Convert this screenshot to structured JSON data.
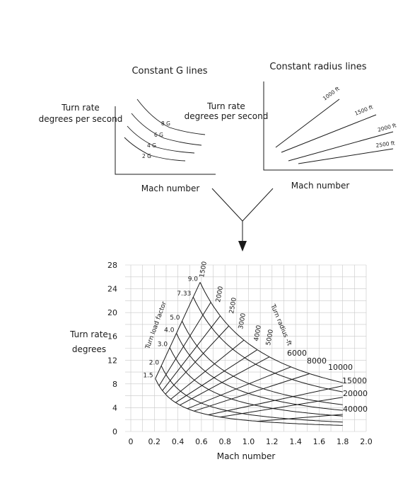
{
  "top_left": {
    "title": "Constant G lines",
    "ylabel_line1": "Turn rate",
    "ylabel_line2": "degrees per second",
    "xlabel": "Mach number",
    "curve_labels": [
      "8 G",
      "6 G",
      "4 G",
      "2 G"
    ]
  },
  "top_right": {
    "title": "Constant radius lines",
    "ylabel_line1": "Turn rate",
    "ylabel_line2": "degrees per second",
    "xlabel": "Mach number",
    "line_labels": [
      "1000 ft",
      "1500 ft",
      "2000 ft",
      "2500 ft"
    ]
  },
  "chart_data": {
    "type": "line",
    "xlabel": "Mach number",
    "ylabel_line1": "Turn rate",
    "ylabel_line2": "degrees",
    "x_ticks": [
      "0",
      "0.2",
      "0.4",
      "0.6",
      "0.8",
      "1.0",
      "1.2",
      "1.4",
      "1.6",
      "1.8",
      "2.0"
    ],
    "y_ticks": [
      "0",
      "4",
      "8",
      "12",
      "16",
      "20",
      "24",
      "28"
    ],
    "xlim": [
      0,
      2.0
    ],
    "ylim": [
      0,
      28
    ],
    "grid": true,
    "load_factor_title": "Turn load factor",
    "radius_title": "Turn radius -ft",
    "load_factors": [
      "1.5",
      "2.0",
      "3.0",
      "4.0",
      "5.0",
      "7.33",
      "9.0"
    ],
    "load_factor_values": [
      1.5,
      2.0,
      3.0,
      4.0,
      5.0,
      7.33,
      9.0
    ],
    "turn_radii": [
      "1500",
      "2000",
      "2500",
      "3000",
      "4000",
      "5000",
      "6000",
      "8000",
      "10000",
      "15000",
      "20000",
      "40000"
    ],
    "turn_radius_values": [
      1500,
      2000,
      2500,
      3000,
      4000,
      5000,
      6000,
      8000,
      10000,
      15000,
      20000,
      40000
    ]
  }
}
